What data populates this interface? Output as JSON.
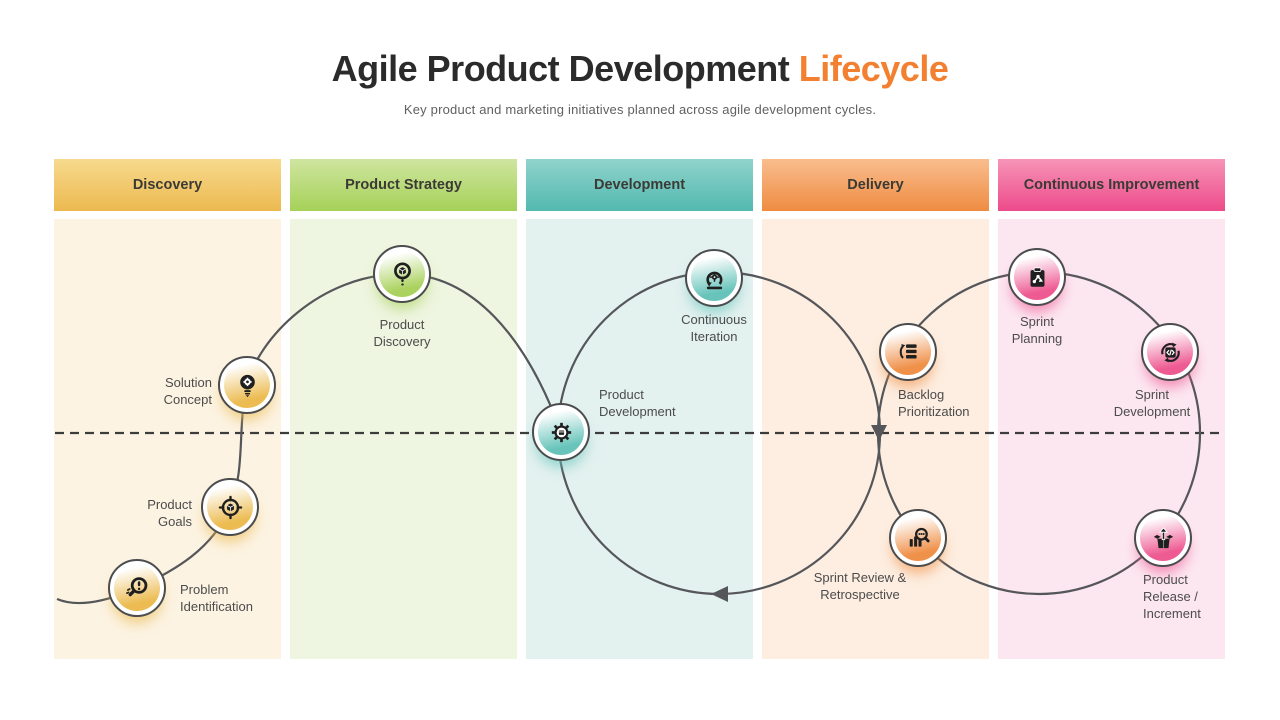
{
  "title": {
    "main": "Agile Product Development",
    "accent": "Lifecycle"
  },
  "subtitle": "Key product and marketing initiatives planned across agile development cycles.",
  "colors": {
    "title_text": "#2b2b2b",
    "title_accent": "#f28030",
    "subtitle_text": "#606060",
    "curve": "#55565a",
    "dashed_line": "#3c3c3c",
    "node_border": "#4b4c4e",
    "label_text": "#4c4c4c"
  },
  "columns": [
    {
      "label": "Discovery",
      "header_gradient_top": "#f7da8e",
      "header_gradient_bottom": "#ecb94f",
      "body_color": "#fcf3e2",
      "accent": "#ecbc52"
    },
    {
      "label": "Product Strategy",
      "header_gradient_top": "#cfe5a0",
      "header_gradient_bottom": "#a5d158",
      "body_color": "#eef5e0",
      "accent": "#abd25f"
    },
    {
      "label": "Development",
      "header_gradient_top": "#90d3cc",
      "header_gradient_bottom": "#52b9b0",
      "body_color": "#e3f1ef",
      "accent": "#68c4bb"
    },
    {
      "label": "Delivery",
      "header_gradient_top": "#f9bd8e",
      "header_gradient_bottom": "#ef8c42",
      "body_color": "#fdeee1",
      "accent": "#f0914a"
    },
    {
      "label": "Continuous Improvement",
      "header_gradient_top": "#f694b6",
      "header_gradient_bottom": "#ed4b8b",
      "body_color": "#fce7f0",
      "accent": "#ee5b93"
    }
  ],
  "nodes": [
    {
      "id": "problem-identification",
      "column": 0,
      "icon": "magnifier-alert-icon",
      "lines": [
        "Problem",
        "Identification"
      ]
    },
    {
      "id": "product-goals",
      "column": 0,
      "icon": "target-cube-icon",
      "lines": [
        "Product",
        "Goals"
      ]
    },
    {
      "id": "solution-concept",
      "column": 0,
      "icon": "bulb-gear-icon",
      "lines": [
        "Solution",
        "Concept"
      ]
    },
    {
      "id": "product-discovery",
      "column": 1,
      "icon": "magnifier-cube-icon",
      "lines": [
        "Product",
        "Discovery"
      ]
    },
    {
      "id": "product-development",
      "column": 2,
      "icon": "gear-box-icon",
      "lines": [
        "Product",
        "Development"
      ]
    },
    {
      "id": "continuous-iteration",
      "column": 2,
      "icon": "iteration-loop-icon",
      "lines": [
        "Continuous",
        "Iteration"
      ]
    },
    {
      "id": "backlog-prioritization",
      "column": 3,
      "icon": "backlog-list-icon",
      "lines": [
        "Backlog",
        "Prioritization"
      ]
    },
    {
      "id": "sprint-review-retrospective",
      "column": 3,
      "icon": "chart-magnifier-icon",
      "lines": [
        "Sprint Review &",
        "Retrospective"
      ]
    },
    {
      "id": "sprint-planning",
      "column": 4,
      "icon": "clipboard-strategy-icon",
      "lines": [
        "Sprint",
        "Planning"
      ]
    },
    {
      "id": "sprint-development",
      "column": 4,
      "icon": "code-cycle-icon",
      "lines": [
        "Sprint",
        "Development"
      ]
    },
    {
      "id": "product-release-increment",
      "column": 4,
      "icon": "release-box-icon",
      "lines": [
        "Product",
        "Release /",
        "Increment"
      ]
    }
  ]
}
